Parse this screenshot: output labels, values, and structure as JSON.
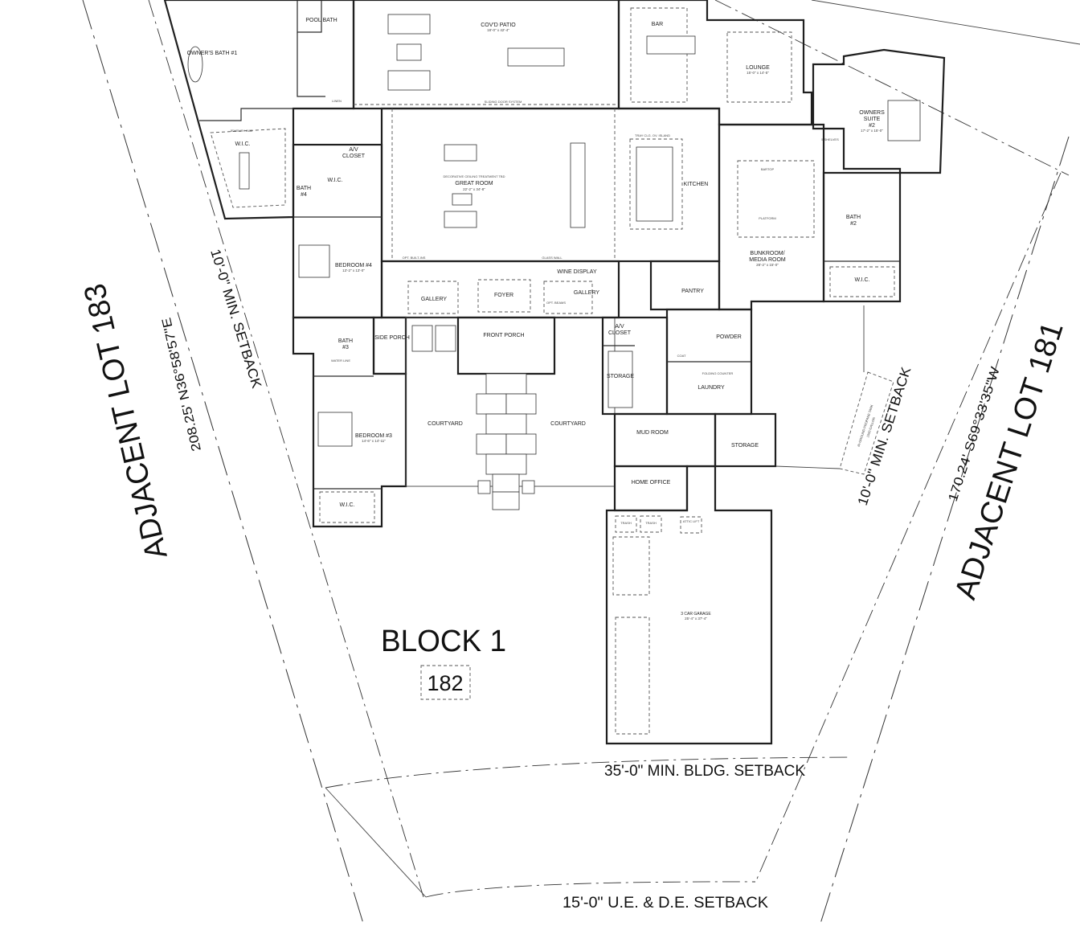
{
  "site": {
    "block_label": "BLOCK 1",
    "lot_number": "182",
    "left_adjacent": "ADJACENT LOT 183",
    "left_bearing": "208.25' N36°58'57\"E",
    "left_setback": "10'-0\" MIN. SETBACK",
    "right_adjacent": "ADJACENT LOT 181",
    "right_bearing": "170.24' S69°33'35\"W",
    "right_setback": "10'-0\" MIN. SETBACK",
    "front_setback": "35'-0\" MIN. BLDG. SETBACK",
    "easement_setback": "15'-0\" U.E. & D.E. SETBACK",
    "propane_note_1": "IN-GROUND PROPANE TANK",
    "propane_note_2": "1000 GALLON"
  },
  "rooms": {
    "owners_bath": {
      "label": "OWNER'S BATH #1"
    },
    "pool_bath": {
      "label": "POOL BATH"
    },
    "covd_patio": {
      "label": "COV'D PATIO",
      "dim": "18'-0\" x 42'-4\""
    },
    "bar": {
      "label": "BAR"
    },
    "lounge": {
      "label": "LOUNGE",
      "dim": "15'-0\" x 14'-5\""
    },
    "owners_suite": {
      "label_1": "OWNERS",
      "label_2": "SUITE",
      "label_3": "#2",
      "dim": "17'-2\" x 15'-0\""
    },
    "wic_owner": {
      "label": "W.I.C."
    },
    "av_closet_top": {
      "label_1": "A/V",
      "label_2": "CLOSET"
    },
    "wic_bath4": {
      "label": "W.I.C."
    },
    "bath4": {
      "label_1": "BATH",
      "label_2": "#4"
    },
    "great_room": {
      "label": "GREAT ROOM",
      "note": "DECORATIVE CEILING TREATMENT TBD",
      "dim": "22'-2\" x 34'-8\""
    },
    "kitchen": {
      "label": "KITCHEN",
      "island": "TRAY CLG. OV. ISLAND"
    },
    "bunkroom": {
      "label_1": "BUNKROOM/",
      "label_2": "MEDIA ROOM",
      "dim": "28'-2\" x 15'-0\"",
      "bartop": "BARTOP",
      "platform": "PLATFORM"
    },
    "bath2": {
      "label_1": "BATH",
      "label_2": "#2"
    },
    "wic_suite": {
      "label": "W.I.C."
    },
    "bedroom4": {
      "label": "BEDROOM #4",
      "dim": "13'-2\" x 13'-0\""
    },
    "gallery_left": {
      "label": "GALLERY"
    },
    "foyer": {
      "label": "FOYER"
    },
    "gallery_right": {
      "label": "GALLERY"
    },
    "wine_display": {
      "label": "WINE DISPLAY"
    },
    "pantry": {
      "label": "PANTRY"
    },
    "bath3": {
      "label_1": "BATH",
      "label_2": "#3"
    },
    "side_porch": {
      "label": "SIDE PORCH"
    },
    "front_porch": {
      "label": "FRONT PORCH"
    },
    "av_closet": {
      "label_1": "A/V",
      "label_2": "CLOSET"
    },
    "powder": {
      "label": "POWDER"
    },
    "storage_left": {
      "label": "STORAGE"
    },
    "laundry": {
      "label": "LAUNDRY"
    },
    "courtyard_left": {
      "label": "COURTYARD"
    },
    "courtyard_right": {
      "label": "COURTYARD"
    },
    "bedroom3": {
      "label": "BEDROOM #3",
      "dim": "14'-6\" x 14'-11\""
    },
    "wic_bed3": {
      "label": "W.I.C."
    },
    "mud_room": {
      "label": "MUD ROOM"
    },
    "storage_right": {
      "label": "STORAGE"
    },
    "home_office": {
      "label": "HOME OFFICE"
    },
    "garage": {
      "label": "3 CAR GARAGE",
      "dim": "25'-4\" x 37'-4\"",
      "trash_1": "TRASH",
      "trash_2": "TRASH",
      "attic_lift": "ATTIC LIFT"
    }
  },
  "notes": {
    "sliding_door": "SLIDING DOOR SYSTEM",
    "jewelry_cab": "JEWELRY CAB",
    "opt_built_ins": "OPT. BUILT-INS",
    "glass_wall": "GLASS WALL",
    "opt_beams": "OPT. BEAMS",
    "water_line": "WATER LINE",
    "linen": "LINEN",
    "five_shelves": "5 SHELVES",
    "folding_counter": "FOLDING COUNTER",
    "coat": "COAT"
  }
}
